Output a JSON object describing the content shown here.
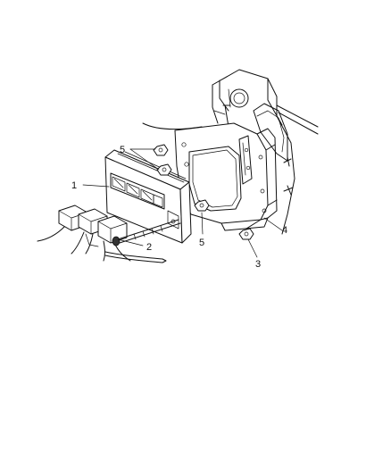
{
  "callouts": [
    {
      "id": "1",
      "text": "1"
    },
    {
      "id": "2",
      "text": "2"
    },
    {
      "id": "3",
      "text": "3"
    },
    {
      "id": "4",
      "text": "4"
    },
    {
      "id": "5a",
      "text": "5"
    },
    {
      "id": "5b",
      "text": "5"
    }
  ]
}
